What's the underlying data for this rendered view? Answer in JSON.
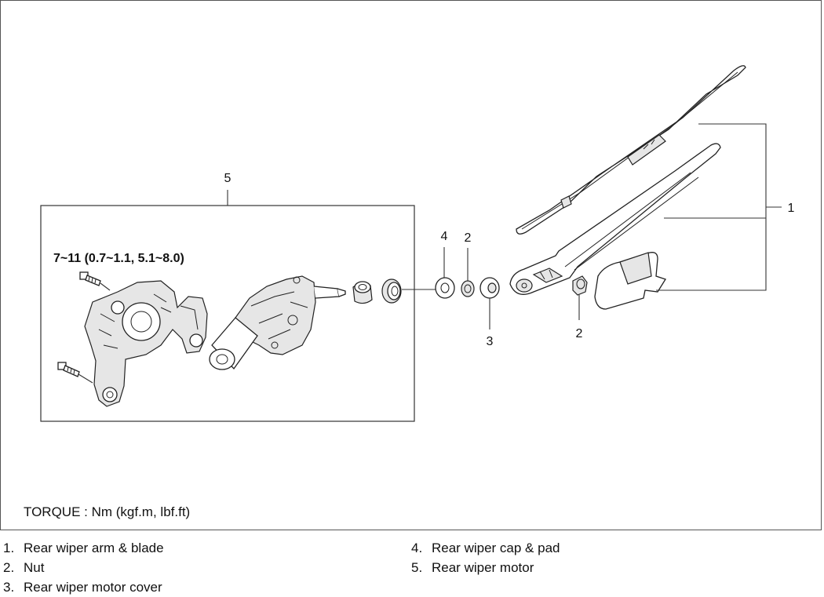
{
  "torque_spec": "7~11 (0.7~1.1, 5.1~8.0)",
  "torque_note": "TORQUE : Nm (kgf.m, lbf.ft)",
  "callouts": {
    "c1": "1",
    "c2a": "2",
    "c2b": "2",
    "c3": "3",
    "c4": "4",
    "c5": "5"
  },
  "legend": [
    {
      "num": "1.",
      "text": "Rear wiper arm & blade"
    },
    {
      "num": "2.",
      "text": "Nut"
    },
    {
      "num": "3.",
      "text": "Rear wiper motor cover"
    },
    {
      "num": "4.",
      "text": "Rear wiper cap & pad"
    },
    {
      "num": "5.",
      "text": "Rear wiper motor"
    }
  ]
}
